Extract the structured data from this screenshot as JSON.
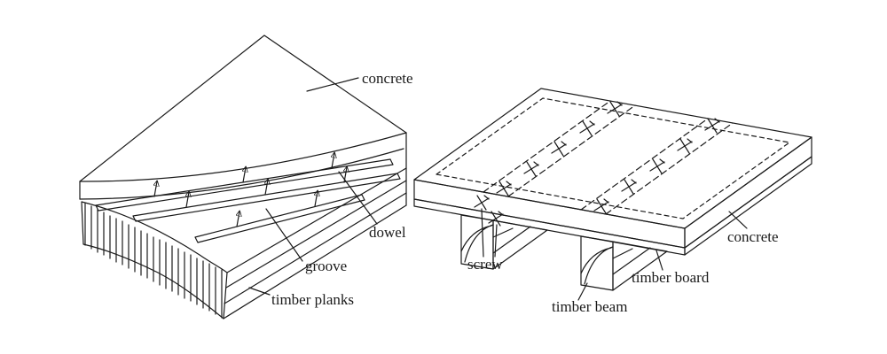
{
  "figure": {
    "left": {
      "labels": {
        "concrete": "concrete",
        "dowel": "dowel",
        "groove": "groove",
        "timber_planks": "timber planks"
      }
    },
    "right": {
      "labels": {
        "screw": "screw",
        "timber_beam": "timber beam",
        "timber_board": "timber board",
        "concrete": "concrete"
      }
    },
    "colors": {
      "ink": "#1a1a1a",
      "background": "#ffffff"
    }
  }
}
